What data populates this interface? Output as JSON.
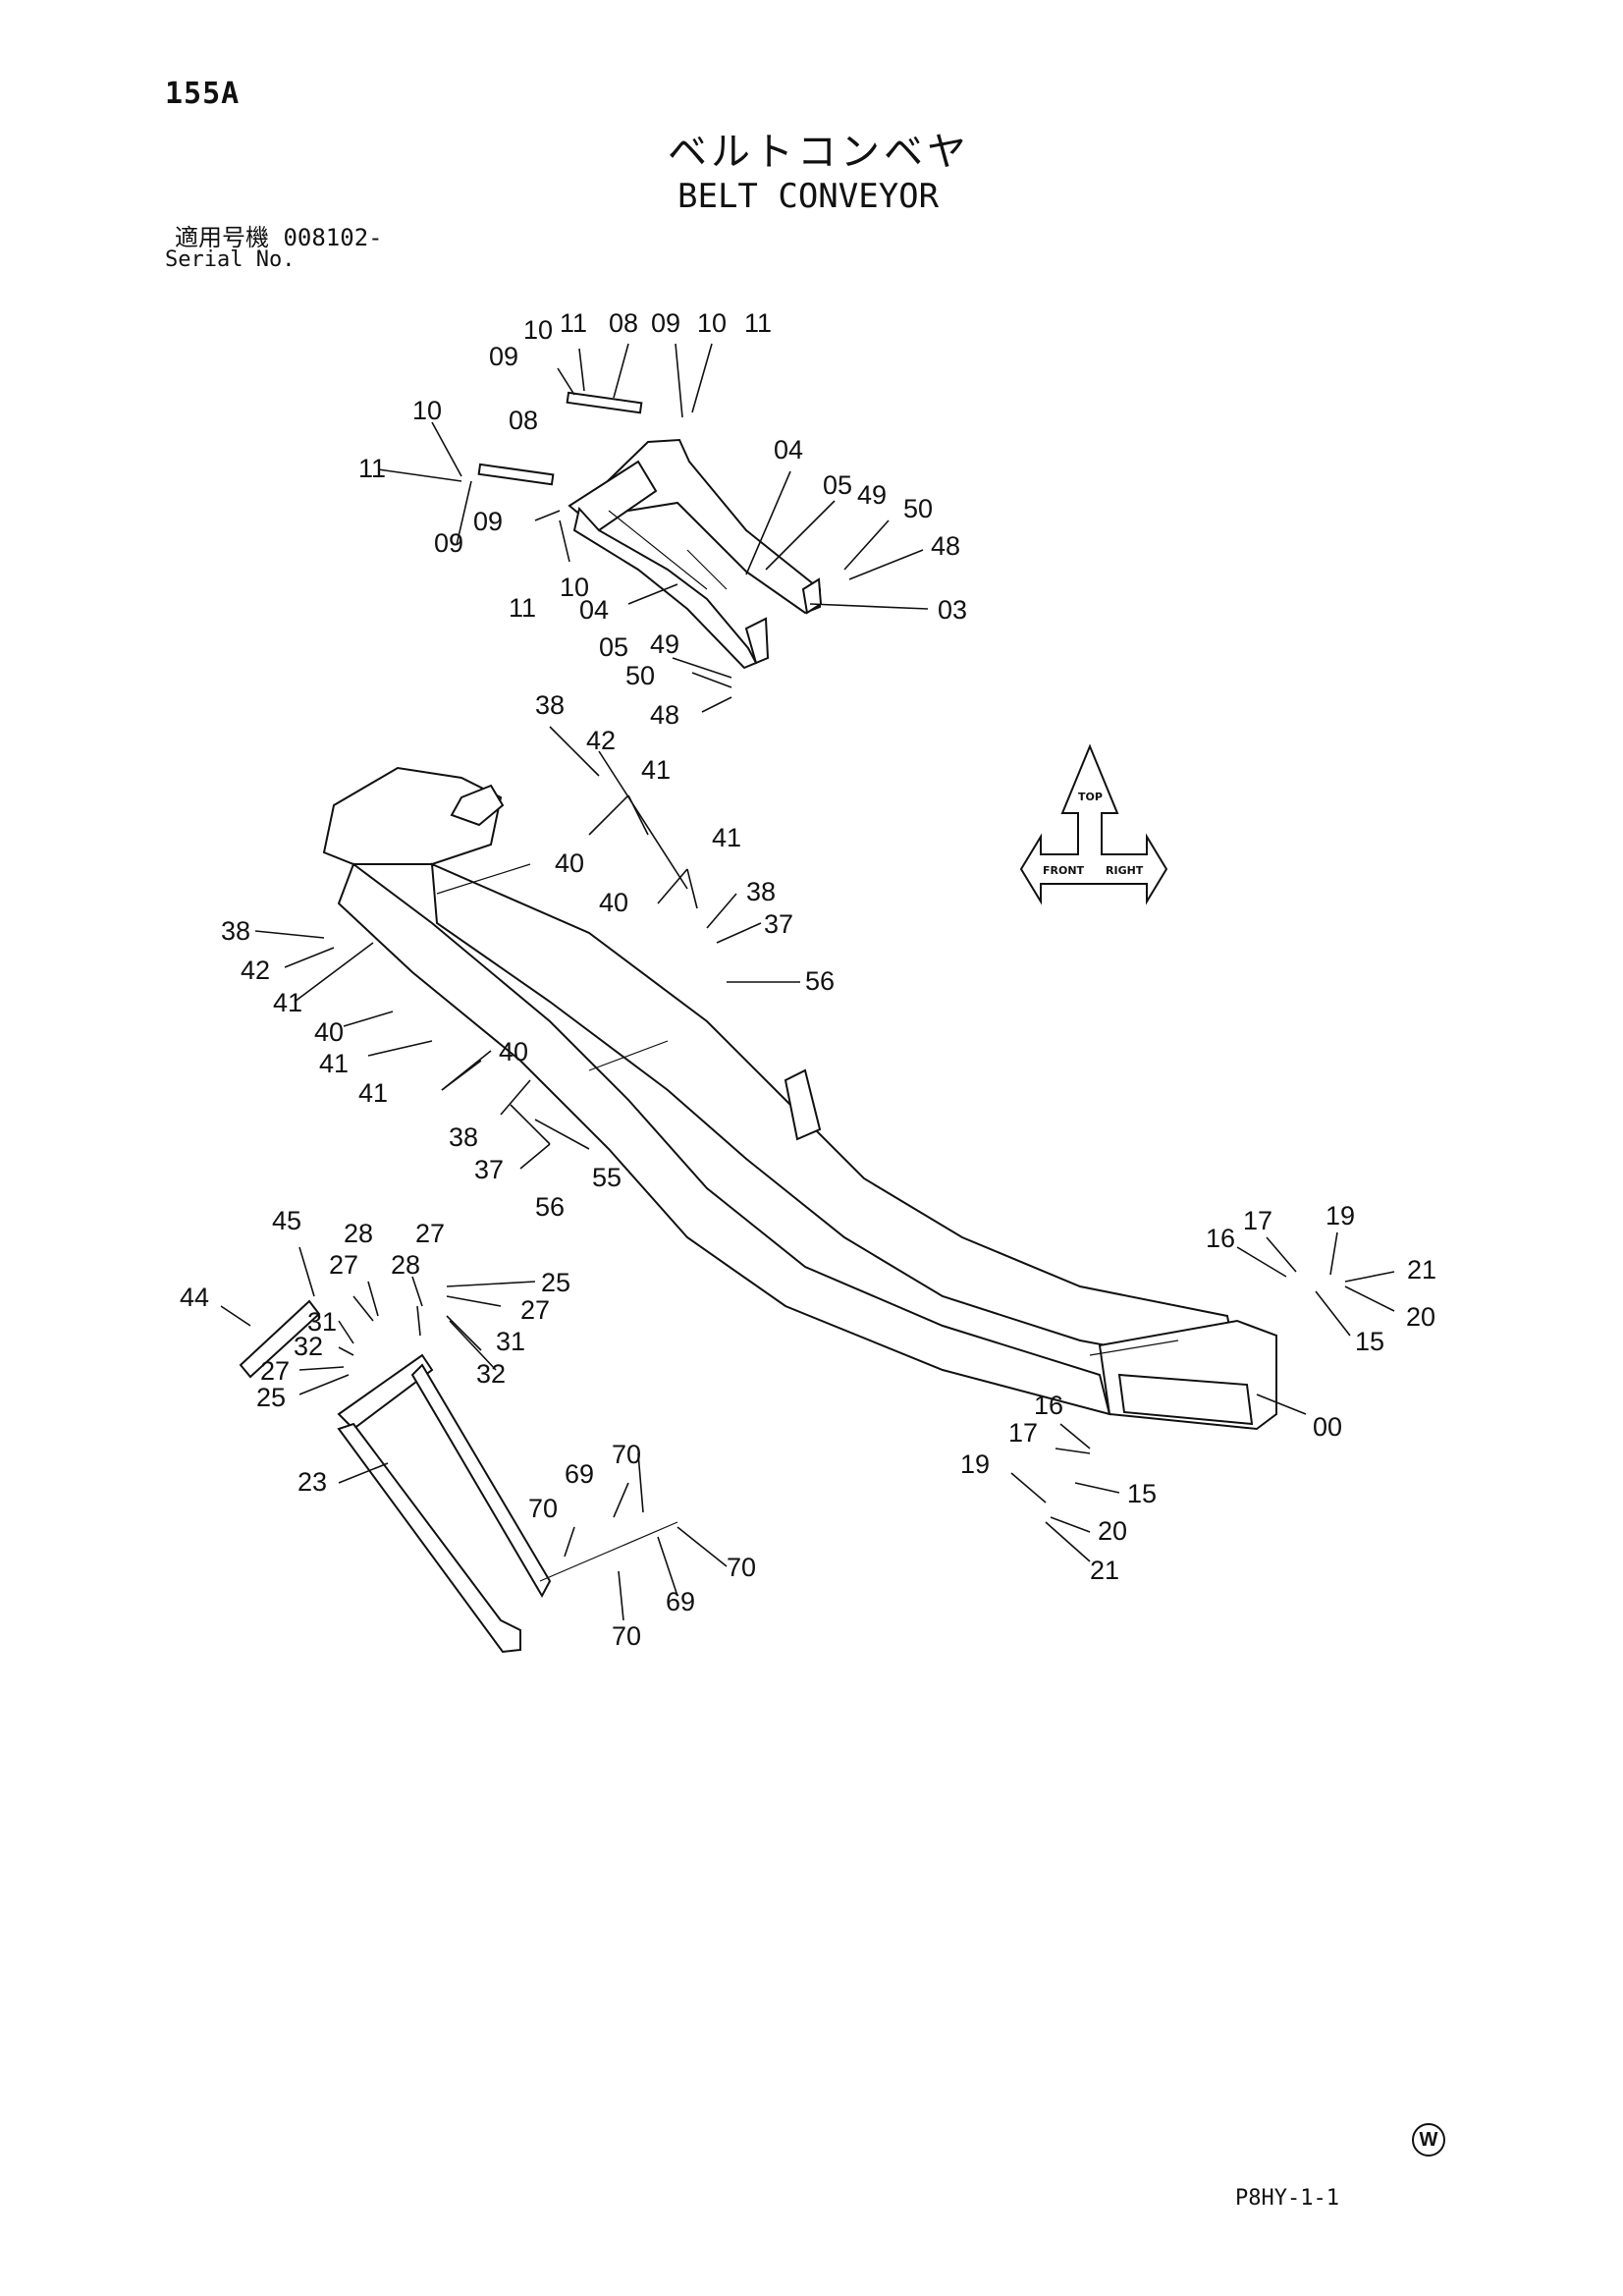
{
  "header": {
    "page_number": "155A",
    "title_jp": "ベルトコンベヤ",
    "title_en": "BELT CONVEYOR",
    "serial_label_jp": "適用号機",
    "serial_value": "008102-",
    "serial_label_en": "Serial No."
  },
  "orientation_indicator": {
    "top": "TOP",
    "front": "FRONT",
    "right": "RIGHT"
  },
  "footer": {
    "watermark": "W",
    "ref_code": "P8HY-1-1"
  },
  "callouts": {
    "c1": "10",
    "c2": "11",
    "c3": "08",
    "c4": "09",
    "c5": "10",
    "c6": "11",
    "c7": "09",
    "c8": "10",
    "c9": "08",
    "c10": "11",
    "c11": "09",
    "c12": "09",
    "c13": "11",
    "c14": "10",
    "c15": "04",
    "c16": "05",
    "c17": "49",
    "c18": "50",
    "c19": "48",
    "c20": "03",
    "c21": "04",
    "c22": "05",
    "c23": "49",
    "c24": "50",
    "c25": "48",
    "c26": "38",
    "c27": "42",
    "c28": "41",
    "c29": "40",
    "c30": "41",
    "c31": "40",
    "c32": "38",
    "c33": "37",
    "c34": "56",
    "c35": "38",
    "c36": "42",
    "c37": "41",
    "c38": "40",
    "c39": "41",
    "c40": "40",
    "c41": "41",
    "c42": "38",
    "c43": "37",
    "c44": "56",
    "c45": "55",
    "c46": "45",
    "c47": "28",
    "c48": "27",
    "c49": "27",
    "c50": "28",
    "c51": "25",
    "c52": "27",
    "c53": "44",
    "c54": "31",
    "c55": "32",
    "c56": "27",
    "c57": "25",
    "c58": "31",
    "c59": "32",
    "c60": "23",
    "c61": "16",
    "c62": "17",
    "c63": "19",
    "c64": "21",
    "c65": "20",
    "c66": "15",
    "c67": "00",
    "c68": "16",
    "c69": "17",
    "c70": "19",
    "c71": "15",
    "c72": "20",
    "c73": "21",
    "c74": "70",
    "c75": "69",
    "c76": "70",
    "c77": "70",
    "c78": "69",
    "c79": "70"
  }
}
